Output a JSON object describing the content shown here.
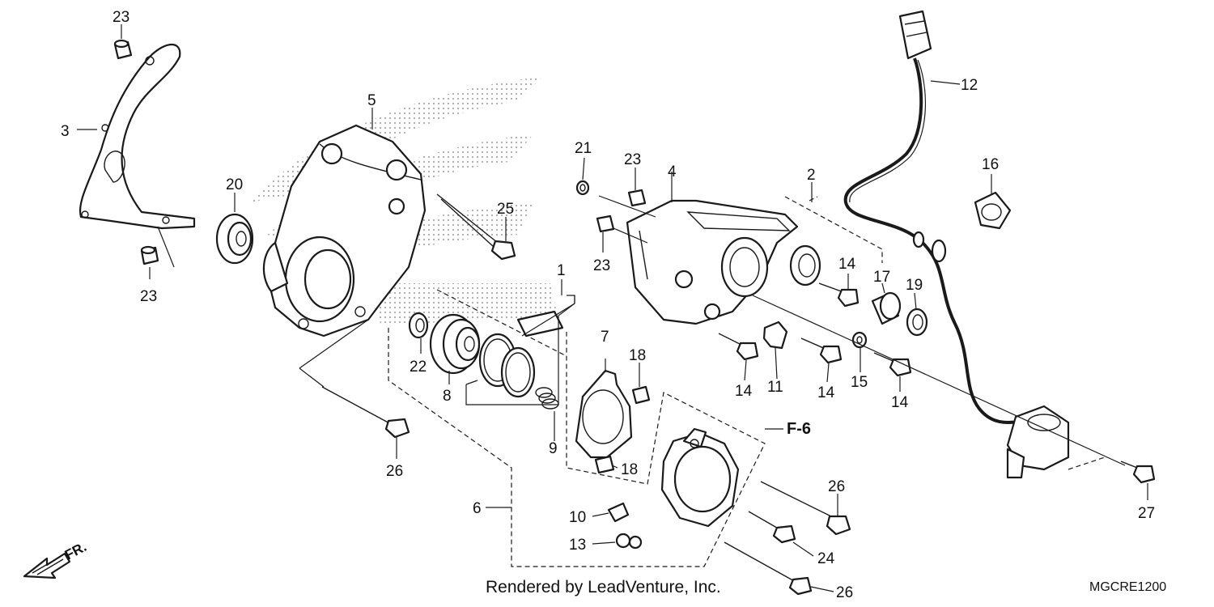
{
  "diagram": {
    "reference": "F-6",
    "direction_label": "FR.",
    "credit": "Rendered by LeadVenture, Inc.",
    "diagram_code": "MGCRE1200",
    "callouts": [
      {
        "id": "c23a",
        "text": "23"
      },
      {
        "id": "c3",
        "text": "3"
      },
      {
        "id": "c20",
        "text": "20"
      },
      {
        "id": "c23b",
        "text": "23"
      },
      {
        "id": "c5",
        "text": "5"
      },
      {
        "id": "c25",
        "text": "25"
      },
      {
        "id": "c1",
        "text": "1"
      },
      {
        "id": "c22",
        "text": "22"
      },
      {
        "id": "c8",
        "text": "8"
      },
      {
        "id": "c9",
        "text": "9"
      },
      {
        "id": "c26a",
        "text": "26"
      },
      {
        "id": "c6",
        "text": "6"
      },
      {
        "id": "c7",
        "text": "7"
      },
      {
        "id": "c18a",
        "text": "18"
      },
      {
        "id": "c18b",
        "text": "18"
      },
      {
        "id": "c10",
        "text": "10"
      },
      {
        "id": "c13",
        "text": "13"
      },
      {
        "id": "c21",
        "text": "21"
      },
      {
        "id": "c23c",
        "text": "23"
      },
      {
        "id": "c4",
        "text": "4"
      },
      {
        "id": "c23d",
        "text": "23"
      },
      {
        "id": "c2",
        "text": "2"
      },
      {
        "id": "c14a",
        "text": "14"
      },
      {
        "id": "c14b",
        "text": "14"
      },
      {
        "id": "c11",
        "text": "11"
      },
      {
        "id": "c14c",
        "text": "14"
      },
      {
        "id": "c15",
        "text": "15"
      },
      {
        "id": "c14d",
        "text": "14"
      },
      {
        "id": "c17",
        "text": "17"
      },
      {
        "id": "c19",
        "text": "19"
      },
      {
        "id": "c12",
        "text": "12"
      },
      {
        "id": "c16",
        "text": "16"
      },
      {
        "id": "c26b",
        "text": "26"
      },
      {
        "id": "c24",
        "text": "24"
      },
      {
        "id": "c26c",
        "text": "26"
      },
      {
        "id": "c27",
        "text": "27"
      }
    ]
  }
}
